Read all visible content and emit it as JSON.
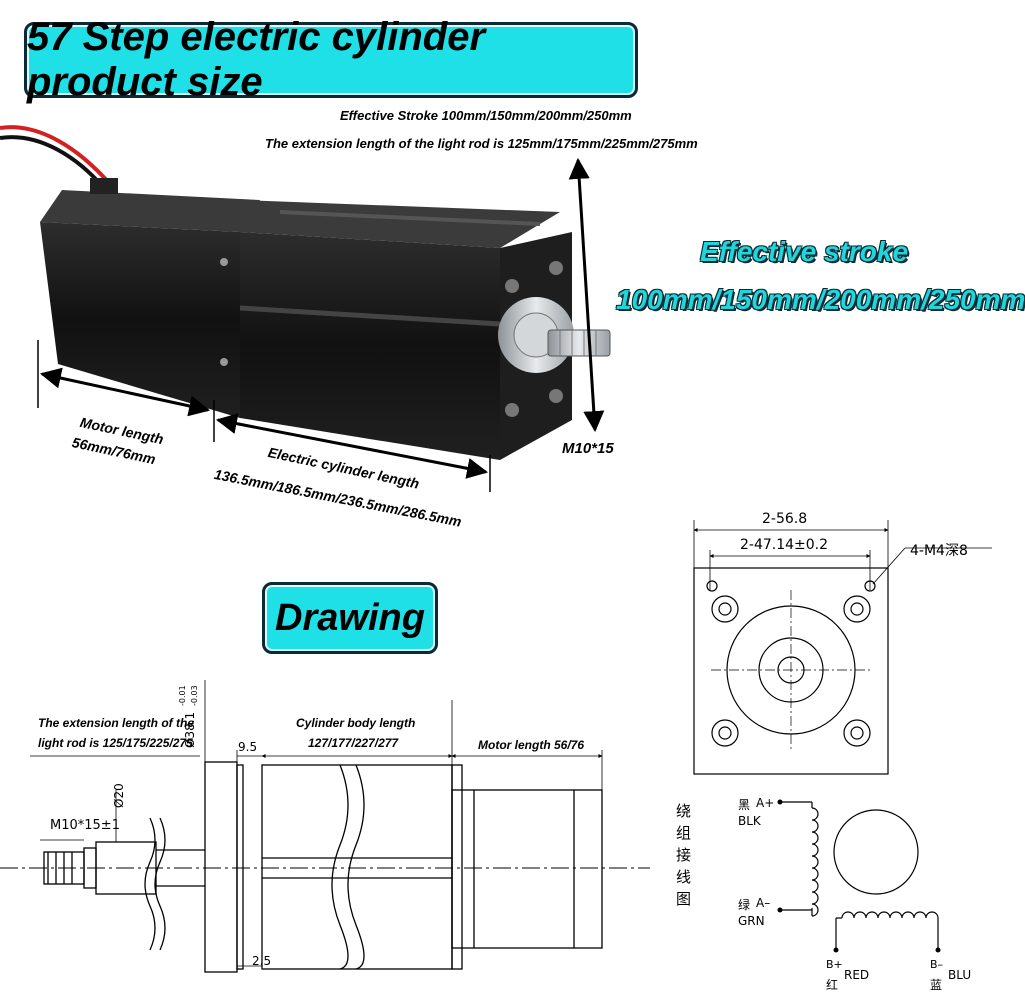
{
  "title": "57 Step electric cylinder product size",
  "photo": {
    "stroke_line1": "Effective Stroke 100mm/150mm/200mm/250mm",
    "stroke_line2": "The extension length of the light rod is 125mm/175mm/225mm/275mm",
    "effective_label": "Effective stroke",
    "effective_values": "100mm/150mm/200mm/250mm",
    "motor_length_label": "Motor length",
    "motor_length_values": "56mm/76mm",
    "cylinder_length_label": "Electric cylinder length",
    "cylinder_length_values": "136.5mm/186.5mm/236.5mm/286.5mm",
    "thread_label": "M10*15"
  },
  "drawing": {
    "heading": "Drawing",
    "ext_label_1": "The extension length of the",
    "ext_label_2": "light rod is 125/175/225/275",
    "dia_flange": "Ø38.1",
    "dia_flange_tol_top": "-0.01",
    "dia_flange_tol_bottom": "-0.03",
    "cyl_body_label": "Cylinder body length",
    "cyl_body_values": "127/177/227/277",
    "motor_label": "Motor length 56/76",
    "dim_9_5": "9.5",
    "dia_rod": "Ø20",
    "thread_label": "M10*15±1",
    "dim_2_5": "2.5"
  },
  "front_view": {
    "dim_outer": "2-56.8",
    "dim_inner": "2-47.14±0.2",
    "hole_note": "4-M4深8"
  },
  "wiring": {
    "title_chars": [
      "绕",
      "组",
      "接",
      "线",
      "图"
    ],
    "a_plus_cn": "黑",
    "a_plus": "A+",
    "a_plus_en": "BLK",
    "a_minus_cn": "绿",
    "a_minus": "A–",
    "a_minus_en": "GRN",
    "b_plus": "B+",
    "b_plus_cn": "红",
    "b_plus_en": "RED",
    "b_minus": "B–",
    "b_minus_cn": "蓝",
    "b_minus_en": "BLU"
  },
  "colors": {
    "banner": "#1fe0e6",
    "outline": "#0b2a33",
    "motor_body": "#1a1a1a",
    "wire_red": "#d42020",
    "aluminum": "#c8ccd0"
  }
}
